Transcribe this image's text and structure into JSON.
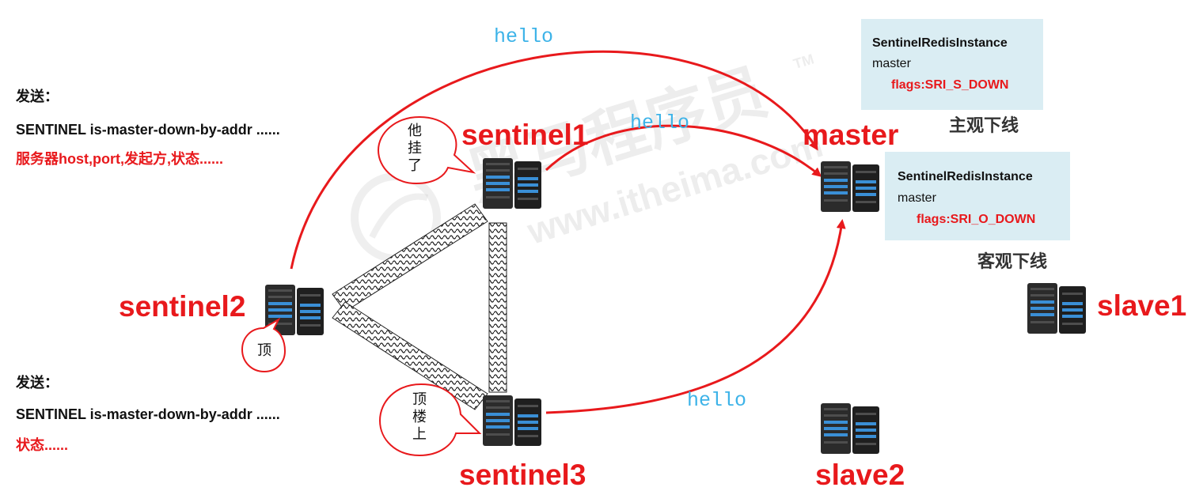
{
  "nodes": {
    "sentinel1": "sentinel1",
    "sentinel2": "sentinel2",
    "sentinel3": "sentinel3",
    "master": "master",
    "slave1": "slave1",
    "slave2": "slave2"
  },
  "hello_labels": [
    "hello",
    "hello",
    "hello"
  ],
  "send_top": {
    "title": "发送：",
    "command": "SENTINEL is-master-down-by-addr ......",
    "detail": "服务器host,port,发起方,状态......"
  },
  "send_bottom": {
    "title": "发送：",
    "command": "SENTINEL is-master-down-by-addr ......",
    "detail": "状态......"
  },
  "panel_s_down": {
    "class_name": "SentinelRedisInstance",
    "role": "master",
    "flags": "flags:SRI_S_DOWN",
    "status": "主观下线"
  },
  "panel_o_down": {
    "class_name": "SentinelRedisInstance",
    "role": "master",
    "flags": "flags:SRI_O_DOWN",
    "status": "客观下线"
  },
  "bubbles": {
    "sentinel1": "他挂了",
    "sentinel2": "顶",
    "sentinel3": "顶楼上"
  },
  "watermark": {
    "brand": "黑马程序员",
    "trademark": "TM",
    "url": "www.itheima.com"
  },
  "colors": {
    "accent_red": "#e8191c",
    "hello_blue": "#3db3e8",
    "panel_bg": "#daedf3"
  }
}
